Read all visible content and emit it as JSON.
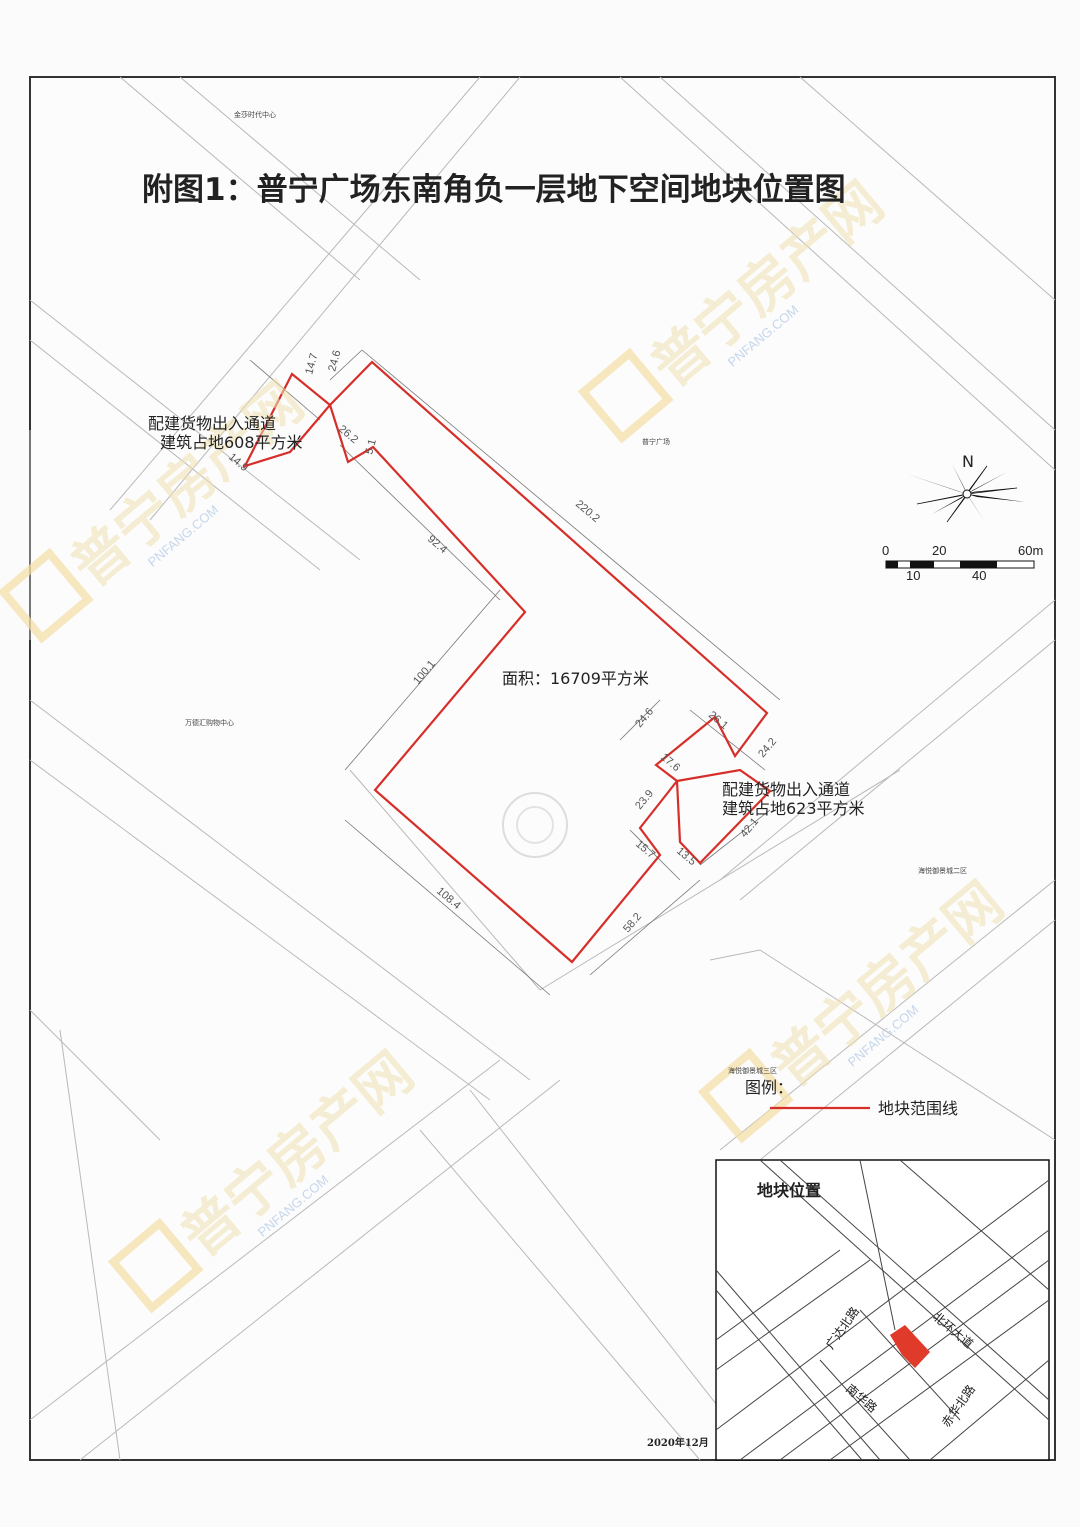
{
  "title": "附图1：普宁广场东南角负一层地下空间地块位置图",
  "area_label": "面积：16709平方米",
  "annotation_nw": {
    "line1": "配建货物出入通道",
    "line2": "建筑占地608平方米"
  },
  "annotation_se": {
    "line1": "配建货物出入通道",
    "line2": "建筑占地623平方米"
  },
  "dimensions": [
    "14.7",
    "24.6",
    "26.2",
    "5.1",
    "14.9",
    "220.2",
    "92.4",
    "100.1",
    "108.4",
    "24.6",
    "26.1",
    "24.2",
    "17.6",
    "23.9",
    "15.7",
    "13.5",
    "42.1",
    "58.2"
  ],
  "place_labels": {
    "jinsha": "金莎时代中心",
    "puning_square": "普宁广场",
    "wanhui": "万德汇购物中心",
    "haiyue2": "海悦御景城二区",
    "haiyue3": "海悦御景城三区"
  },
  "compass": {
    "north": "N"
  },
  "scale_bar": {
    "labels_top": [
      "0",
      "20",
      "60m"
    ],
    "labels_bottom": [
      "10",
      "40"
    ]
  },
  "legend": {
    "title": "图例：",
    "item": "地块范围线",
    "item_color": "#d62f2a"
  },
  "inset": {
    "title": "地块位置",
    "roads": [
      "广达北路",
      "北环大道",
      "南华路",
      "赤华北路"
    ],
    "marker_color": "#e03a2a"
  },
  "date": "2020年12月",
  "watermark": {
    "text": "普宁房产网",
    "subtext": "PNFANG.COM"
  }
}
